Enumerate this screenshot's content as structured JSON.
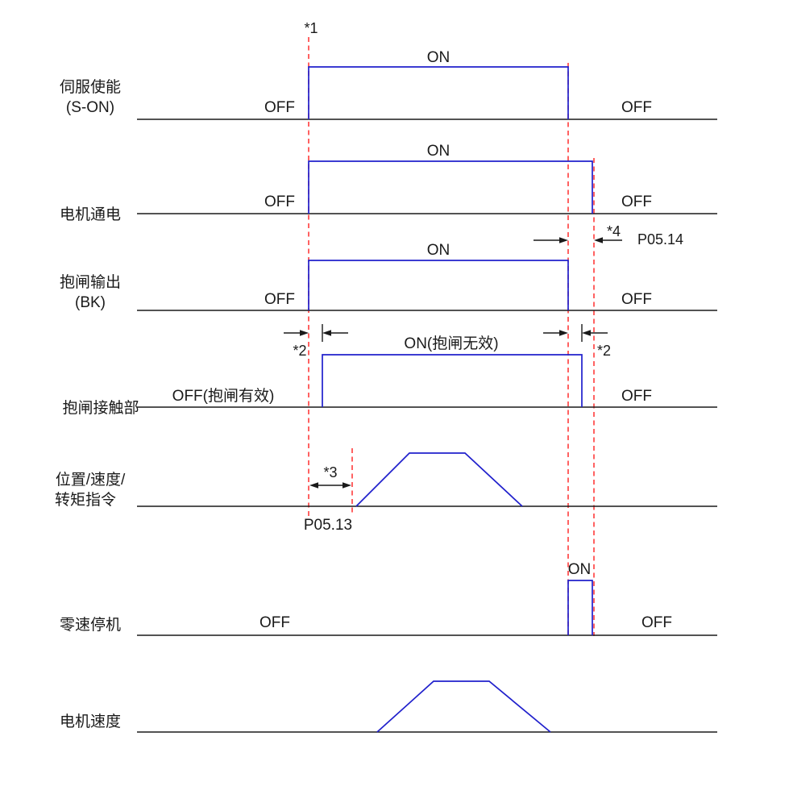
{
  "figure": {
    "type": "timing-diagram",
    "colors": {
      "signal": "#2020cc",
      "baseline": "#1a1a1a",
      "marker": "#ff3b3b",
      "text": "#1a1a1a"
    },
    "annotations": {
      "note1": "*1",
      "note2_left": "*2",
      "note2_right": "*2",
      "note3": "*3",
      "note4": "*4",
      "param_note4": "P05.14",
      "param_note3": "P05.13"
    },
    "rows": {
      "servo_enable": {
        "label_line1": "伺服使能",
        "label_line2": "(S-ON)",
        "on": "ON",
        "off_left": "OFF",
        "off_right": "OFF"
      },
      "motor_power": {
        "label": "电机通电",
        "on": "ON",
        "off_left": "OFF",
        "off_right": "OFF"
      },
      "brake_output": {
        "label_line1": "抱闸输出",
        "label_line2": "(BK)",
        "on": "ON",
        "off_left": "OFF",
        "off_right": "OFF"
      },
      "brake_contact": {
        "label": "抱闸接触部",
        "on": "ON(抱闸无效)",
        "off_left": "OFF(抱闸有效)",
        "off_right": "OFF"
      },
      "command": {
        "label_line1": "位置/速度/",
        "label_line2": "转矩指令"
      },
      "zero_speed_stop": {
        "label": "零速停机",
        "on": "ON",
        "off_left": "OFF",
        "off_right": "OFF"
      },
      "motor_speed": {
        "label": "电机速度"
      }
    }
  }
}
